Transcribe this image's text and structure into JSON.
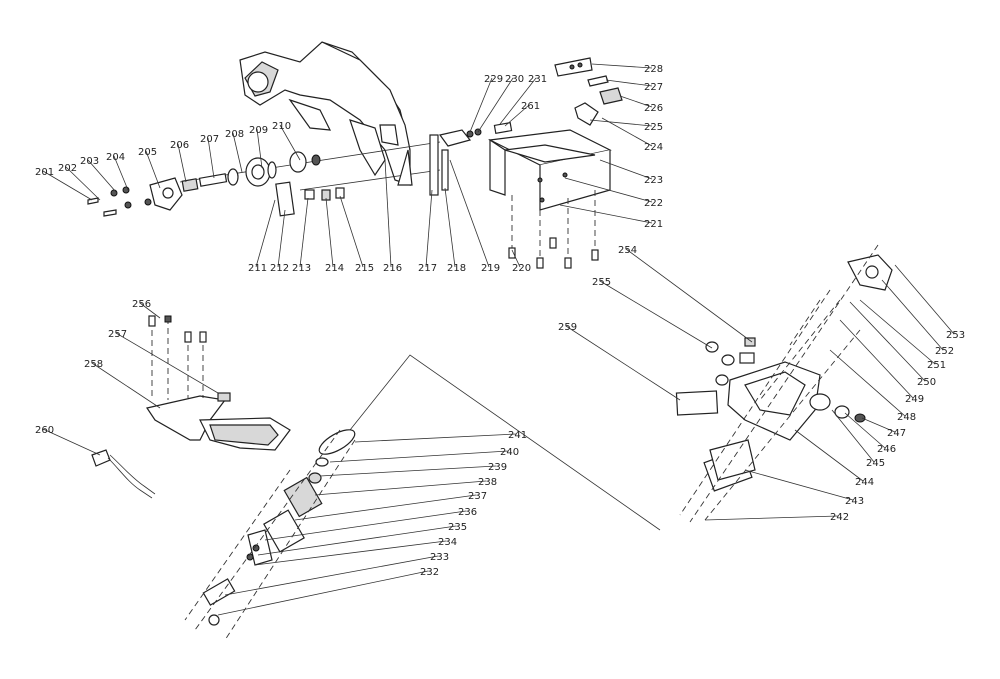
{
  "diagram": {
    "labels": [
      "201",
      "202",
      "203",
      "204",
      "205",
      "206",
      "207",
      "208",
      "209",
      "210",
      "211",
      "212",
      "213",
      "214",
      "215",
      "216",
      "217",
      "218",
      "219",
      "220",
      "221",
      "222",
      "223",
      "224",
      "225",
      "226",
      "227",
      "228",
      "229",
      "230",
      "231",
      "232",
      "233",
      "234",
      "235",
      "236",
      "237",
      "238",
      "239",
      "240",
      "241",
      "242",
      "243",
      "244",
      "245",
      "246",
      "247",
      "248",
      "249",
      "250",
      "251",
      "252",
      "253",
      "254",
      "255",
      "256",
      "257",
      "258",
      "259",
      "260",
      "261"
    ]
  }
}
